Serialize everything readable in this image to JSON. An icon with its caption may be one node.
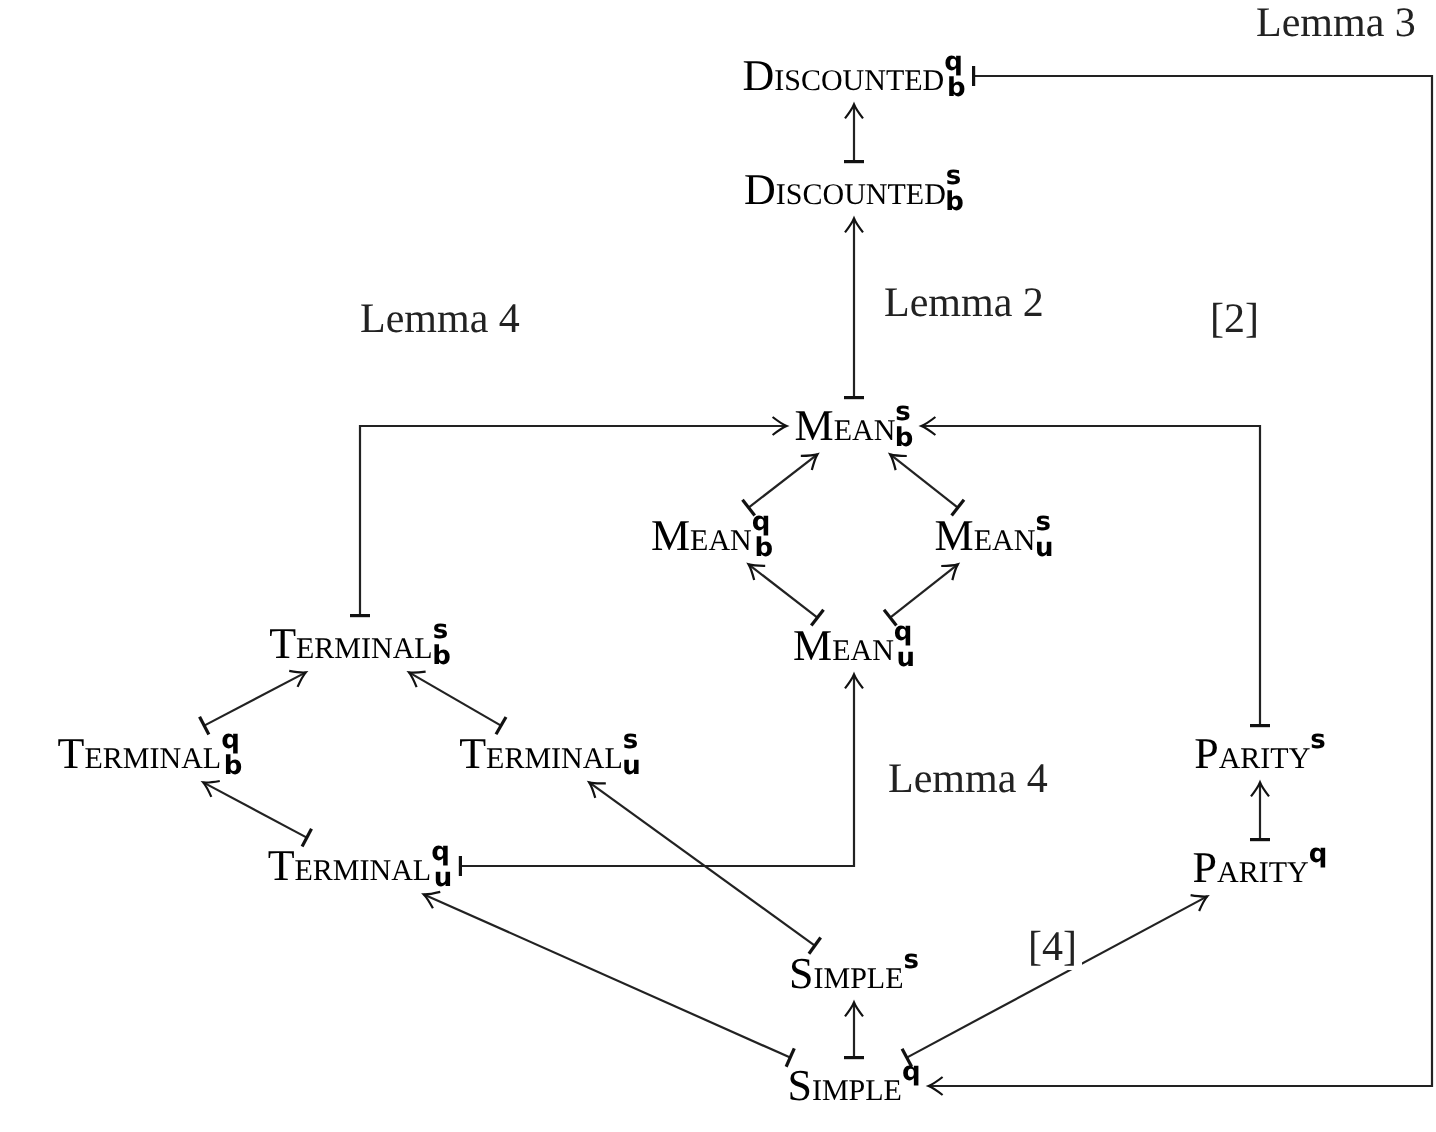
{
  "diagram": {
    "nodes": [
      {
        "text": [
          "Discounted$^{q}$$_{b}$"
        ]
      },
      {
        "text": [
          "Discounted$^{s}$$_{b}$"
        ]
      },
      {
        "text": [
          "Mean$^{s}$$_{b}$"
        ]
      },
      {
        "text": [
          "Mean$^{q}$$_{b}$"
        ]
      },
      {
        "text": [
          "Mean$^{s}$$_{u}$"
        ]
      },
      {
        "text": [
          "Terminal$^{s}$$_{b}$"
        ]
      },
      {
        "text": [
          "Mean$^{q}$$_{u}$"
        ]
      },
      {
        "text": [
          "Terminal$^{q}$$_{b}$"
        ]
      },
      {
        "text": [
          "Terminal$^{s}$$_{u}$"
        ]
      },
      {
        "text": [
          "Parity$^{s}$"
        ]
      },
      {
        "text": [
          "Terminal$^{q}$$_{u}$"
        ]
      },
      {
        "text": [
          "Parity$^{q}$"
        ]
      },
      {
        "text": [
          "Simple$^{s}$"
        ]
      },
      {
        "text": [
          "Simple$^{q}$"
        ]
      }
    ],
    "edges": [
      {
        "from": 1,
        "to": 0,
        "arrow": "to"
      },
      {
        "from": 2,
        "to": 1,
        "arrow": "to",
        "label": "Lemma 2"
      },
      {
        "from": 5,
        "to": 2,
        "arrow": "to",
        "label": "Lemma 4"
      },
      {
        "from": 9,
        "to": 2,
        "arrow": "to",
        "label": "[2]"
      },
      {
        "from": 3,
        "to": 2,
        "arrow": "to"
      },
      {
        "from": 4,
        "to": 2,
        "arrow": "to"
      },
      {
        "from": 6,
        "to": 3,
        "arrow": "to"
      },
      {
        "from": 6,
        "to": 4,
        "arrow": "to"
      },
      {
        "from": 7,
        "to": 5,
        "arrow": "to"
      },
      {
        "from": 8,
        "to": 5,
        "arrow": "to"
      },
      {
        "from": 10,
        "to": 7,
        "arrow": "to"
      },
      {
        "from": 10,
        "to": 6,
        "arrow": "to",
        "label": "Lemma 4"
      },
      {
        "from": 12,
        "to": 8,
        "arrow": "to"
      },
      {
        "from": 13,
        "to": 10,
        "arrow": "to"
      },
      {
        "from": 13,
        "to": 11,
        "arrow": "to",
        "label": "[4]"
      },
      {
        "from": 13,
        "to": 12,
        "arrow": "to"
      },
      {
        "from": 11,
        "to": 9,
        "arrow": "to"
      },
      {
        "from": 0,
        "to": 13,
        "arrow": "to",
        "label": "Lemma 3"
      }
    ]
  }
}
